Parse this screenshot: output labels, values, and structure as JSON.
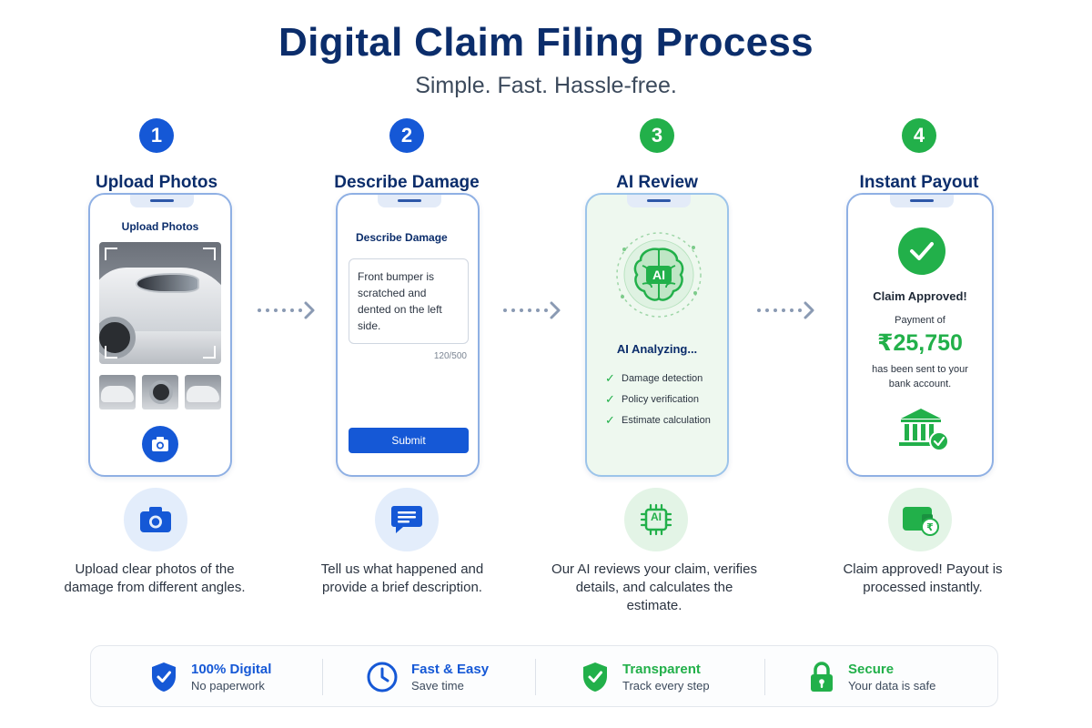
{
  "header": {
    "title": "Digital Claim Filing Process",
    "subtitle": "Simple. Fast. Hassle-free."
  },
  "steps": [
    {
      "number": "1",
      "title": "Upload Photos",
      "description": "Upload clear photos of the damage from different angles."
    },
    {
      "number": "2",
      "title": "Describe Damage",
      "description": "Tell us what happened and provide a brief description."
    },
    {
      "number": "3",
      "title": "AI Review",
      "description": "Our AI reviews your claim, verifies details, and calculates the estimate."
    },
    {
      "number": "4",
      "title": "Instant Payout",
      "description": "Claim approved! Payout is processed instantly."
    }
  ],
  "phone1": {
    "title": "Upload Photos"
  },
  "phone2": {
    "title": "Describe Damage",
    "text": "Front bumper is scratched and dented on the left side.",
    "counter": "120/500",
    "submit_label": "Submit"
  },
  "phone3": {
    "ai_label": "AI",
    "status": "AI Analyzing...",
    "checks": [
      "Damage detection",
      "Policy verification",
      "Estimate calculation"
    ]
  },
  "phone4": {
    "approved": "Claim Approved!",
    "payment_of": "Payment of",
    "amount": "₹25,750",
    "sent": "has been sent to your bank account."
  },
  "features": [
    {
      "title": "100% Digital",
      "subtitle": "No paperwork",
      "color": "#1558d6",
      "icon": "shield-check-icon"
    },
    {
      "title": "Fast & Easy",
      "subtitle": "Save time",
      "color": "#1558d6",
      "icon": "clock-icon"
    },
    {
      "title": "Transparent",
      "subtitle": "Track every step",
      "color": "#22b04a",
      "icon": "shield-check-icon"
    },
    {
      "title": "Secure",
      "subtitle": "Your data is safe",
      "color": "#22b04a",
      "icon": "lock-icon"
    }
  ],
  "colors": {
    "navy": "#0b2d6b",
    "blue": "#1558d6",
    "green": "#22b04a"
  }
}
